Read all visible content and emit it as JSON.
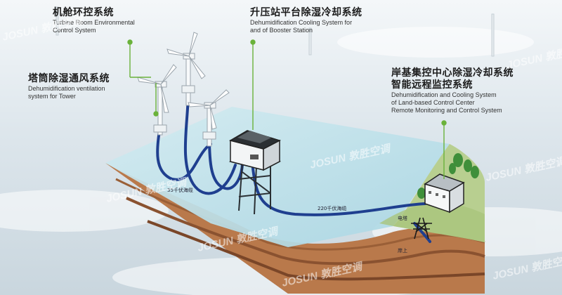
{
  "labels": {
    "turbine_room": {
      "zh": "机舱环控系统",
      "en1": "Turbine Room Environmental",
      "en2": "Control System"
    },
    "tower": {
      "zh": "塔筒除湿通风系统",
      "en1": "Dehumidification ventilation",
      "en2": "system for Tower"
    },
    "booster": {
      "zh": "升压站平台除湿冷却系统",
      "en1": "Dehumidification  Cooling System for",
      "en2": "and of Booster Station"
    },
    "land_center": {
      "zh1": "岸基集控中心除湿冷却系统",
      "zh2": "智能远程监控系统",
      "en1": "Dehumidification and Cooling System",
      "en2": "of Land-based  Control Center",
      "en3": "Remote Monitoring and Control System"
    }
  },
  "cables": {
    "cable_35kv": "35千伏海缆",
    "cable_220kv": "220千伏海缆"
  },
  "ground": {
    "pylon_label": "电塔",
    "shore_label": "岸上"
  },
  "watermark": {
    "latin": "JOSUN",
    "zh": "敦胜空调"
  },
  "colors": {
    "leader": "#6ab23a",
    "cable": "#1f3f8f",
    "sea": "#bfe0ea",
    "soil": "#b5764a",
    "grass": "#b6cf8e"
  },
  "icons": {
    "turbine": "wind-turbine-icon",
    "platform": "booster-station-icon",
    "building": "control-center-building-icon",
    "pylon": "power-pylon-icon",
    "tree": "tree-icon"
  }
}
